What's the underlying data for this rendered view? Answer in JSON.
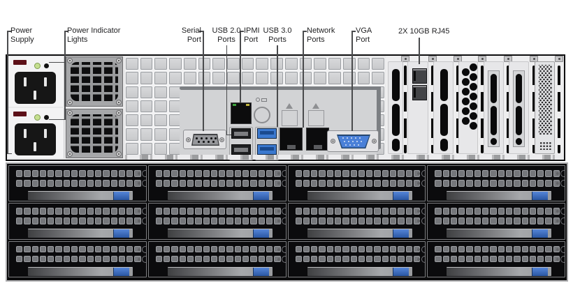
{
  "callouts": {
    "power_supply": {
      "lines": [
        "Power",
        "Supply"
      ]
    },
    "power_indicator_lights": {
      "lines": [
        "Power Indicator",
        "Lights"
      ]
    },
    "serial_port": {
      "lines": [
        "Serial",
        "Port"
      ]
    },
    "usb2_ports": {
      "lines": [
        "USB 2.0",
        "Ports"
      ]
    },
    "ipmi_port": {
      "lines": [
        "IPMI",
        "Port"
      ]
    },
    "usb3_ports": {
      "lines": [
        "USB 3.0",
        "Ports"
      ]
    },
    "network_ports": {
      "lines": [
        "Network",
        "Ports"
      ]
    },
    "vga_port": {
      "lines": [
        "VGA",
        "Port"
      ]
    },
    "rj45_10gb": {
      "lines": [
        "2X 10GB RJ45"
      ]
    }
  },
  "colors": {
    "chassis_gray": "#e8e8e9",
    "io_panel_gray": "#d2d3d5",
    "usb3_blue": "#3b79cf",
    "vga_blue": "#4a80d8",
    "drive_latch_blue": "#2a57a3",
    "led_green": "#c5df90",
    "ipmi_led_green": "#3da33d",
    "ipmi_led_yellow": "#c0b43e",
    "psu_sticker_red": "#5c1018",
    "drive_bg_black": "#0b0b0d"
  },
  "rear_panel": {
    "psus": {
      "count": 2,
      "indicator_leds": [
        "green-led",
        "black-led"
      ],
      "socket": "iec-c14-socket"
    },
    "fans": {
      "count": 2
    },
    "vent_grid": {
      "rows": 7,
      "cols": 18,
      "cells": 126
    },
    "io_panel": {
      "ports": [
        "serial-db9-port",
        "ipmi-rj45-port",
        "keylock",
        "usb2-port-x2",
        "usb3-port-x2",
        "lan-rj45-port-x2",
        "vga-db15-port"
      ]
    },
    "pci_slots": {
      "count": 7,
      "types": [
        "vented-slot",
        "10gb-nic-card",
        "vented-slot",
        "hole-vented-slot",
        "framed-slot",
        "framed-slot",
        "mesh-vented-slot"
      ],
      "nic_ports": 2,
      "hole_count": 13
    }
  },
  "drive_bays": {
    "rows": 3,
    "cols": 4,
    "count": 12,
    "vent_squares_per_row": 16,
    "leds_per_row": 2
  }
}
